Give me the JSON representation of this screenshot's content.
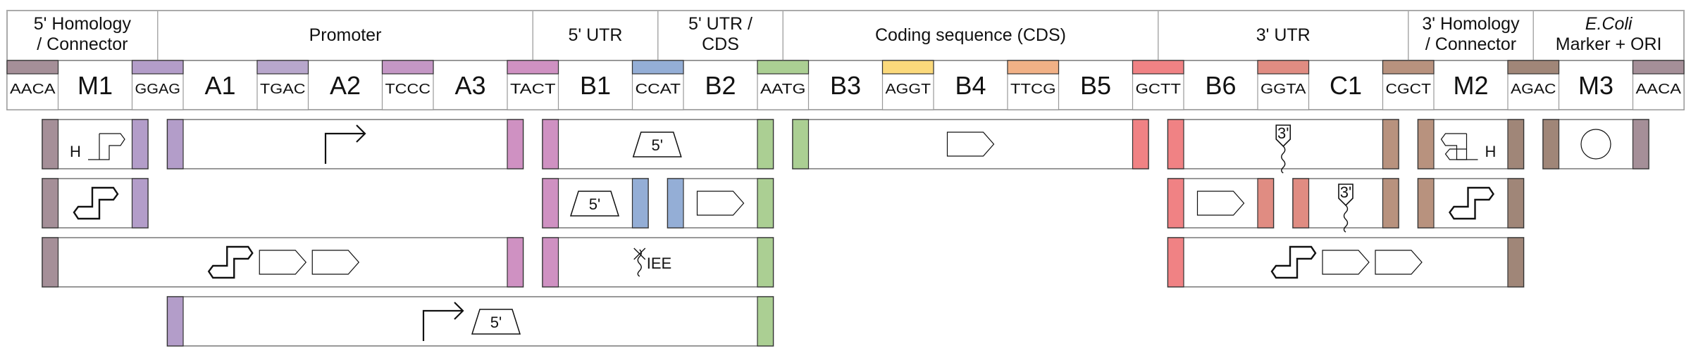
{
  "categories": [
    {
      "lines": [
        "5' Homology",
        "/ Connector"
      ],
      "from": 0,
      "to": 1
    },
    {
      "lines": [
        "Promoter"
      ],
      "from": 1,
      "to": 4
    },
    {
      "lines": [
        "5' UTR"
      ],
      "from": 4,
      "to": 5
    },
    {
      "lines": [
        "5' UTR /",
        "CDS"
      ],
      "from": 5,
      "to": 6
    },
    {
      "lines": [
        "Coding sequence (CDS)"
      ],
      "from": 6,
      "to": 9
    },
    {
      "lines": [
        "3' UTR"
      ],
      "from": 9,
      "to": 11
    },
    {
      "lines": [
        "3' Homology",
        "/ Connector"
      ],
      "from": 11,
      "to": 12
    },
    {
      "lines": [
        "E.Coli",
        "Marker + ORI"
      ],
      "italic_first": true,
      "from": 12,
      "to": 13
    }
  ],
  "overhangs": [
    {
      "seq": "AACA",
      "color": "#a58f98"
    },
    {
      "seq": "GGAG",
      "color": "#b39dc9"
    },
    {
      "seq": "TGAC",
      "color": "#b8a7cc"
    },
    {
      "seq": "TCCC",
      "color": "#c497c5"
    },
    {
      "seq": "TACT",
      "color": "#cf91c2"
    },
    {
      "seq": "CCAT",
      "color": "#94aed6"
    },
    {
      "seq": "AATG",
      "color": "#abcf93"
    },
    {
      "seq": "AGGT",
      "color": "#fbd97b"
    },
    {
      "seq": "TTCG",
      "color": "#f1b186"
    },
    {
      "seq": "GCTT",
      "color": "#f08284"
    },
    {
      "seq": "GGTA",
      "color": "#e08c82"
    },
    {
      "seq": "CGCT",
      "color": "#b8927e"
    },
    {
      "seq": "AGAC",
      "color": "#a08678"
    },
    {
      "seq": "AACA",
      "color": "#a58f98"
    }
  ],
  "parts": [
    "M1",
    "A1",
    "A2",
    "A3",
    "B1",
    "B2",
    "B3",
    "B4",
    "B5",
    "B6",
    "C1",
    "M2",
    "M3"
  ],
  "blocks": [
    {
      "row": 0,
      "from": 0,
      "to": 1,
      "icons": [
        {
          "type": "homology-connector",
          "label": "H",
          "side": "left"
        }
      ]
    },
    {
      "row": 0,
      "from": 1,
      "to": 4,
      "icons": [
        {
          "type": "promoter"
        }
      ]
    },
    {
      "row": 0,
      "from": 4,
      "to": 6,
      "icons": [
        {
          "type": "five-prime-utr",
          "label": "5'"
        }
      ]
    },
    {
      "row": 0,
      "from": 6,
      "to": 9,
      "icons": [
        {
          "type": "cds"
        }
      ]
    },
    {
      "row": 0,
      "from": 9,
      "to": 11,
      "icons": [
        {
          "type": "terminator",
          "label": "3'"
        }
      ]
    },
    {
      "row": 0,
      "from": 11,
      "to": 12,
      "icons": [
        {
          "type": "homology-connector",
          "label": "H",
          "side": "right"
        }
      ]
    },
    {
      "row": 0,
      "from": 12,
      "to": 13,
      "icons": [
        {
          "type": "origin"
        }
      ]
    },
    {
      "row": 1,
      "from": 0,
      "to": 1,
      "icons": [
        {
          "type": "connector"
        }
      ]
    },
    {
      "row": 1,
      "from": 4,
      "to": 5,
      "icons": [
        {
          "type": "five-prime-utr",
          "label": "5'"
        }
      ]
    },
    {
      "row": 1,
      "from": 5,
      "to": 6,
      "icons": [
        {
          "type": "cds"
        }
      ]
    },
    {
      "row": 1,
      "from": 9,
      "to": 10,
      "icons": [
        {
          "type": "cds"
        }
      ]
    },
    {
      "row": 1,
      "from": 10,
      "to": 11,
      "icons": [
        {
          "type": "terminator",
          "label": "3'"
        }
      ]
    },
    {
      "row": 1,
      "from": 11,
      "to": 12,
      "icons": [
        {
          "type": "connector"
        }
      ]
    },
    {
      "row": 2,
      "from": 0,
      "to": 4,
      "icons": [
        {
          "type": "connector"
        },
        {
          "type": "cds"
        },
        {
          "type": "cds"
        }
      ]
    },
    {
      "row": 2,
      "from": 4,
      "to": 6,
      "icons": [
        {
          "type": "iee",
          "label": "IEE"
        }
      ]
    },
    {
      "row": 2,
      "from": 9,
      "to": 12,
      "icons": [
        {
          "type": "connector"
        },
        {
          "type": "cds"
        },
        {
          "type": "cds"
        }
      ]
    },
    {
      "row": 3,
      "from": 1,
      "to": 6,
      "icons": [
        {
          "type": "promoter"
        },
        {
          "type": "five-prime-utr",
          "label": "5'"
        }
      ]
    }
  ]
}
